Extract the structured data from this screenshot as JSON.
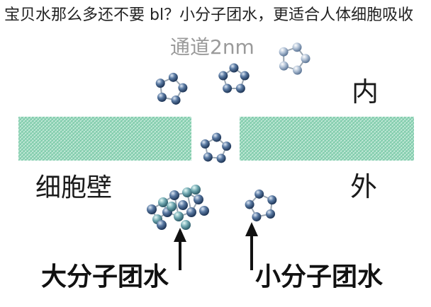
{
  "heading": {
    "text": "宝贝水那么多还不要 bl？小分子团水，更适合人体细胞吸收"
  },
  "diagram": {
    "channel_label": "通道2nm",
    "inside_label": "内",
    "outside_label": "外",
    "wall_label": "细胞壁",
    "large_cluster_label": "大分子团水",
    "small_cluster_label": "小分子团水",
    "colors": {
      "wall_fill": "#8fd3b6",
      "wall_hatch": "#ffffff",
      "molecule": "#2f4d73",
      "molecule_highlight": "#dfe9f5",
      "bond": "#9aa6b2",
      "arrow": "#111111",
      "channel_label": "#9a9a9a",
      "text": "#1a1a1a"
    }
  }
}
